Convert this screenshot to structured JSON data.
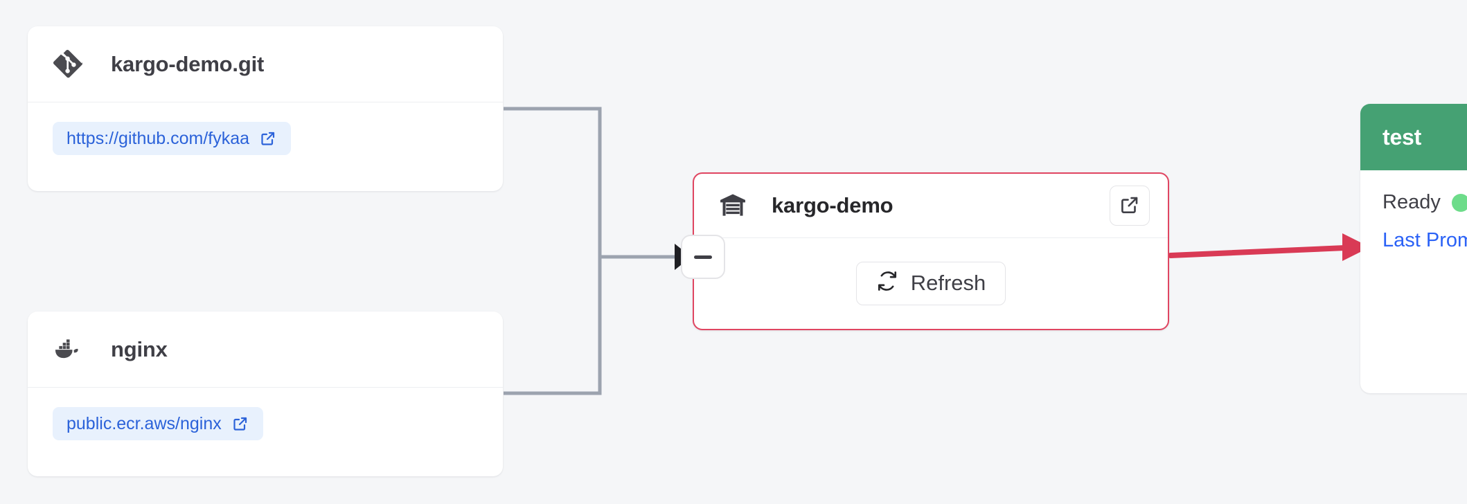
{
  "canvas": {
    "background_color": "#f5f6f8",
    "edge_color": "#9ca3af",
    "promotion_edge_color": "#d93a55"
  },
  "nodes": {
    "git_subscription": {
      "icon": "git-icon",
      "title": "kargo-demo.git",
      "link_label": "https://github.com/fykaa",
      "link_icon": "external-link-icon"
    },
    "image_subscription": {
      "icon": "docker-icon",
      "title": "nginx",
      "link_label": "public.ecr.aws/nginx",
      "link_icon": "external-link-icon"
    },
    "warehouse": {
      "icon": "warehouse-icon",
      "title": "kargo-demo",
      "open_button_icon": "external-link-icon",
      "refresh_label": "Refresh",
      "refresh_icon": "refresh-icon",
      "border_color": "#e04561"
    },
    "stage": {
      "title": "test",
      "header_color": "#45a173",
      "status_label": "Ready",
      "status_color": "#6ddc8a",
      "last_promotion_label": "Last Prom"
    }
  },
  "controls": {
    "collapse_label": "−",
    "collapse_icon": "minus-icon"
  }
}
